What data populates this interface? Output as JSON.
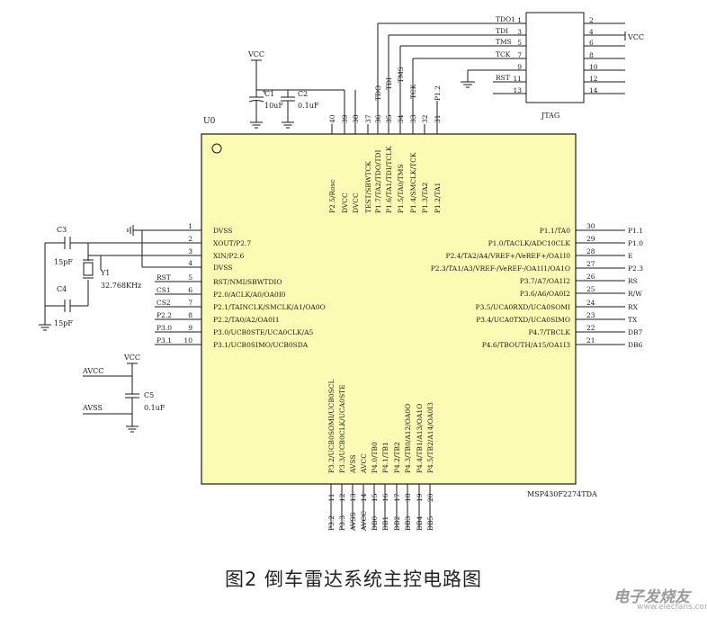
{
  "caption": "图2  倒车雷达系统主控电路图",
  "watermark": {
    "text": "电子发烧友",
    "url": "www.elecfans.com"
  },
  "chip": {
    "designator": "U0",
    "part_number": "MSP430F2274TDA",
    "left_pins": [
      {
        "num": "1",
        "name": "DVSS",
        "net": ""
      },
      {
        "num": "2",
        "name": "XOUT/P2.7",
        "net": ""
      },
      {
        "num": "3",
        "name": "XIN/P2.6",
        "net": ""
      },
      {
        "num": "4",
        "name": "DVSS",
        "net": ""
      },
      {
        "num": "5",
        "name": "RST/NMI/SBWTDIO",
        "net": "RST"
      },
      {
        "num": "6",
        "name": "P2.0/ACLK/A0/OA0I0",
        "net": "CS1"
      },
      {
        "num": "7",
        "name": "P2.1/TAINCLK/SMCLK/A1/OA0O",
        "net": "CS2"
      },
      {
        "num": "8",
        "name": "P2.2/TA0/A2/OA0I1",
        "net": "P2.2"
      },
      {
        "num": "9",
        "name": "P3.0/UCB0STE/UCA0CLK/A5",
        "net": "P3.0"
      },
      {
        "num": "10",
        "name": "P3.1/UCB0SIMO/UCB0SDA",
        "net": "P3.1"
      }
    ],
    "right_pins": [
      {
        "num": "30",
        "name": "P1.1/TA0",
        "net": "P1.1"
      },
      {
        "num": "29",
        "name": "P1.0/TACLK/ADC10CLK",
        "net": "P1.0"
      },
      {
        "num": "28",
        "name": "P2.4/TA2/A4/VREF+/VeREF+/OA1I0",
        "net": "E"
      },
      {
        "num": "27",
        "name": "P2.3/TA1/A3/VREF-/VeREF-/OA1I1/OA1O",
        "net": "P2.3"
      },
      {
        "num": "26",
        "name": "P3.7/A7/OA1I2",
        "net": "RS"
      },
      {
        "num": "25",
        "name": "P3.6/A6/OA0I2",
        "net": "R/W"
      },
      {
        "num": "24",
        "name": "P3.5/UCA0RXD/UCA0SOMI",
        "net": "RX"
      },
      {
        "num": "23",
        "name": "P3.4/UCA0TXD/UCA0SIMO",
        "net": "TX"
      },
      {
        "num": "22",
        "name": "P4.7/TBCLK",
        "net": "DB7"
      },
      {
        "num": "21",
        "name": "P4.6/TBOUTH/A15/OA1I3",
        "net": "DB6"
      }
    ],
    "top_pins": [
      {
        "num": "40",
        "name": "P2.5/Rosc",
        "net": ""
      },
      {
        "num": "39",
        "name": "DVCC",
        "net": ""
      },
      {
        "num": "38",
        "name": "DVCC",
        "net": ""
      },
      {
        "num": "37",
        "name": "TEST/SBWTCK",
        "net": ""
      },
      {
        "num": "36",
        "name": "P1.7/TA2/TDO/TDI",
        "net": "TDO"
      },
      {
        "num": "35",
        "name": "P1.6/TA1/TDI/TCLK",
        "net": "TDI"
      },
      {
        "num": "34",
        "name": "P1.5/TA0/TMS",
        "net": "TMS"
      },
      {
        "num": "33",
        "name": "P1.4/SMCLK/TCK",
        "net": "TCK"
      },
      {
        "num": "32",
        "name": "P1.3/TA2",
        "net": ""
      },
      {
        "num": "31",
        "name": "P1.2/TA1",
        "net": "P1.2"
      }
    ],
    "bottom_pins": [
      {
        "num": "11",
        "name": "P3.2/UCB0SOMI/UCB0SCL",
        "net": "P3.2"
      },
      {
        "num": "12",
        "name": "P3.3/UCB0CLK/UCA0STE",
        "net": "P3.3"
      },
      {
        "num": "13",
        "name": "AVSS",
        "net": "AVSS"
      },
      {
        "num": "14",
        "name": "AVCC",
        "net": "AVCC"
      },
      {
        "num": "15",
        "name": "P4.0/TB0",
        "net": "DB0"
      },
      {
        "num": "16",
        "name": "P4.1/TB1",
        "net": "DB1"
      },
      {
        "num": "17",
        "name": "P4.2/TB2",
        "net": "DB2"
      },
      {
        "num": "18",
        "name": "P4.3/TB0/A12/OA0O",
        "net": "DB3"
      },
      {
        "num": "19",
        "name": "P4.4/TB1/A13/OA1O",
        "net": "DB4"
      },
      {
        "num": "20",
        "name": "P4.5/TB2/A14/OA0I3",
        "net": "DB5"
      }
    ]
  },
  "jtag": {
    "designator": "JTAG",
    "left_pins": [
      {
        "num": "1",
        "net": "TDO1"
      },
      {
        "num": "3",
        "net": "TDI"
      },
      {
        "num": "5",
        "net": "TMS"
      },
      {
        "num": "7",
        "net": "TCK"
      },
      {
        "num": "9",
        "net": ""
      },
      {
        "num": "11",
        "net": "RST"
      },
      {
        "num": "13",
        "net": ""
      }
    ],
    "right_pins": [
      {
        "num": "2",
        "net": ""
      },
      {
        "num": "4",
        "net": "VCC"
      },
      {
        "num": "6",
        "net": ""
      },
      {
        "num": "8",
        "net": ""
      },
      {
        "num": "10",
        "net": ""
      },
      {
        "num": "12",
        "net": ""
      },
      {
        "num": "14",
        "net": ""
      }
    ]
  },
  "components": {
    "vcc_top": "VCC",
    "c1": {
      "ref": "C1",
      "value": "10uF"
    },
    "c2": {
      "ref": "C2",
      "value": "0.1uF"
    },
    "c3": {
      "ref": "C3",
      "value": "15pF"
    },
    "c4": {
      "ref": "C4",
      "value": "15pF"
    },
    "y1": {
      "ref": "Y1",
      "value": "32.768KHz"
    },
    "c5": {
      "ref": "C5",
      "value": "0.1uF"
    },
    "vcc_c5": "VCC",
    "avcc": "AVCC",
    "avss": "AVSS",
    "vcc_jtag": "VCC"
  },
  "colors": {
    "chip_fill": "#fbfbb4",
    "line": "#1a1a1a",
    "text": "#1a1a1a"
  }
}
